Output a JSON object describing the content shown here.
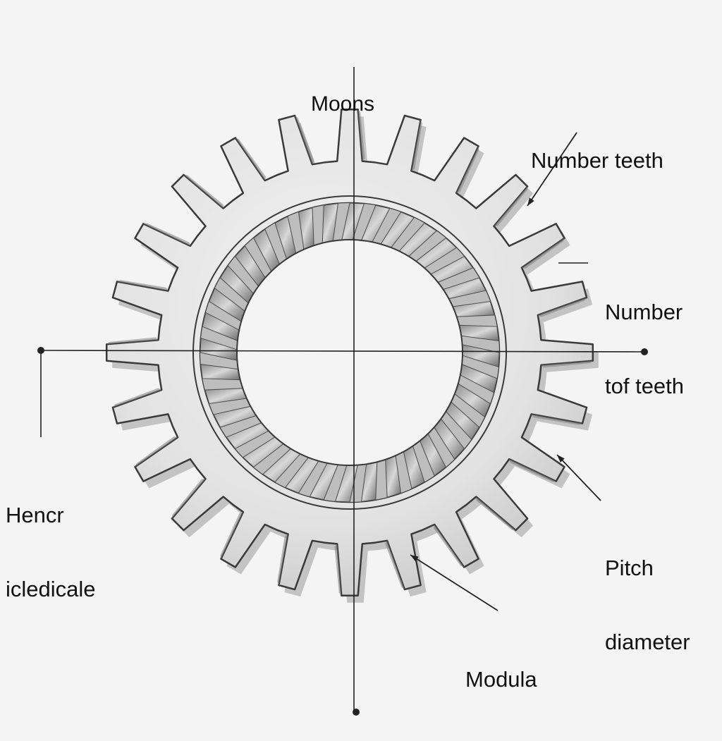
{
  "labels": {
    "top": "Moons",
    "number_teeth": "Number teeth",
    "number_of_teeth": {
      "line1": "Number",
      "line2": "tof teeth"
    },
    "left": {
      "line1": "Hencr",
      "line2": "icledicale"
    },
    "pitch_diameter": {
      "line1": "Pitch",
      "line2": "diameter"
    },
    "modula": "Modula"
  },
  "gear": {
    "outer_teeth": 24,
    "inner_teeth": 36
  },
  "colors": {
    "background": "#f4f4f4",
    "gear_face": "#e6e6e6",
    "gear_edge": "#3a3a3a",
    "line": "#222222"
  }
}
